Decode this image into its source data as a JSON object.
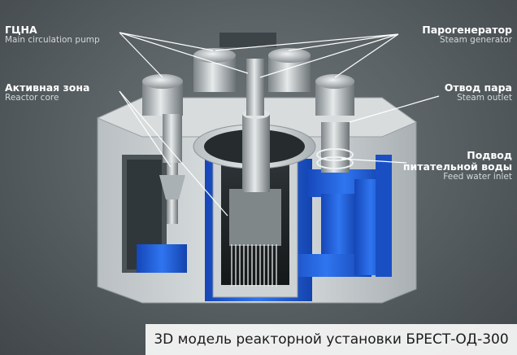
{
  "labels": {
    "pump": {
      "ru": "ГЦНА",
      "en": "Main circulation pump"
    },
    "core": {
      "ru": "Активная зона",
      "en": "Reactor core"
    },
    "steam_gen": {
      "ru": "Парогенератор",
      "en": "Steam generator"
    },
    "steam_outlet": {
      "ru": "Отвод пара",
      "en": "Steam outlet"
    },
    "feedwater": {
      "ru1": "Подвод",
      "ru2": "питательной воды",
      "en": "Feed water inlet"
    }
  },
  "caption": "3D модель реакторной установки БРЕСТ-ОД-300",
  "colors": {
    "coolant_blue": "#1f5fe0",
    "concrete": "#cfd4d6",
    "background": "#5b6366"
  }
}
